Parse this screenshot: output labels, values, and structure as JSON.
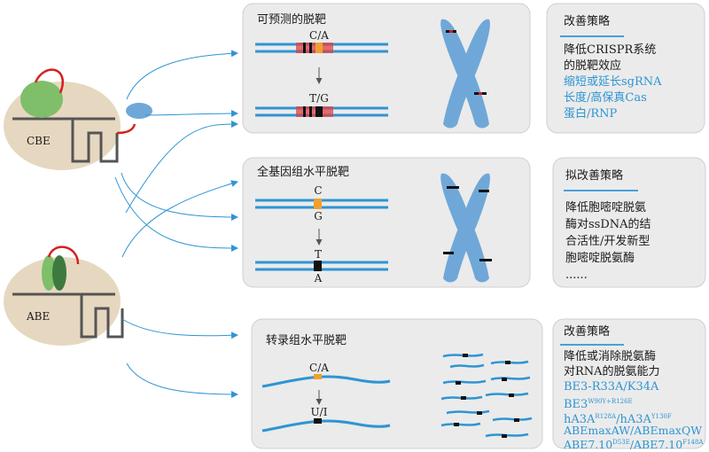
{
  "colors": {
    "dna": "#2e95d3",
    "edit_base": "#f0a030",
    "mismatch": "#e04040",
    "chromosome": "#6fa8d8",
    "panel_bg": "#ebebeb",
    "protein_green": "#7fbf6a",
    "protein_dark_green": "#3e7a3e",
    "cell_body": "#e6d8c0",
    "linker_red": "#d62020"
  },
  "editors": {
    "cbe": "CBE",
    "abe": "ABE"
  },
  "panel1": {
    "title": "可预测的脱靶",
    "top_base": "C/A",
    "bottom_base": "T/G"
  },
  "panel2": {
    "title": "全基因组水平脱靶",
    "top_base_upper": "C",
    "top_base_lower": "G",
    "bottom_base_upper": "T",
    "bottom_base_lower": "A"
  },
  "panel3": {
    "title": "转录组水平脱靶",
    "top_base": "C/A",
    "bottom_base": "U/I"
  },
  "strategy1": {
    "title": "改善策略",
    "line1": "降低CRISPR系统",
    "line2": "的脱靶效应",
    "line3": "缩短或延长sgRNA",
    "line4": "长度/高保真Cas",
    "line5": "蛋白/RNP"
  },
  "strategy2": {
    "title": "拟改善策略",
    "line1": "降低胞嘧啶脱氨",
    "line2": "酶对ssDNA的结",
    "line3": "合活性/开发新型",
    "line4": "胞嘧啶脱氨酶",
    "line5": "......"
  },
  "strategy3": {
    "title": "改善策略",
    "line1": "降低或消除脱氨酶",
    "line2": "对RNA的脱氨能力",
    "line3": "BE3-R33A/K34A",
    "line4_main": "BE3",
    "line4_sup": "W90Y+R126E",
    "line5_a": "hA3A",
    "line5_sup_a": "R128A",
    "line5_b": "/hA3A",
    "line5_sup_b": "Y130F",
    "line6": "ABEmaxAW/ABEmaxQW",
    "line7_a": "ABE7.10",
    "line7_sup_a": "D53E",
    "line7_b": "/ABE7.10",
    "line7_sup_b": "F148A"
  }
}
